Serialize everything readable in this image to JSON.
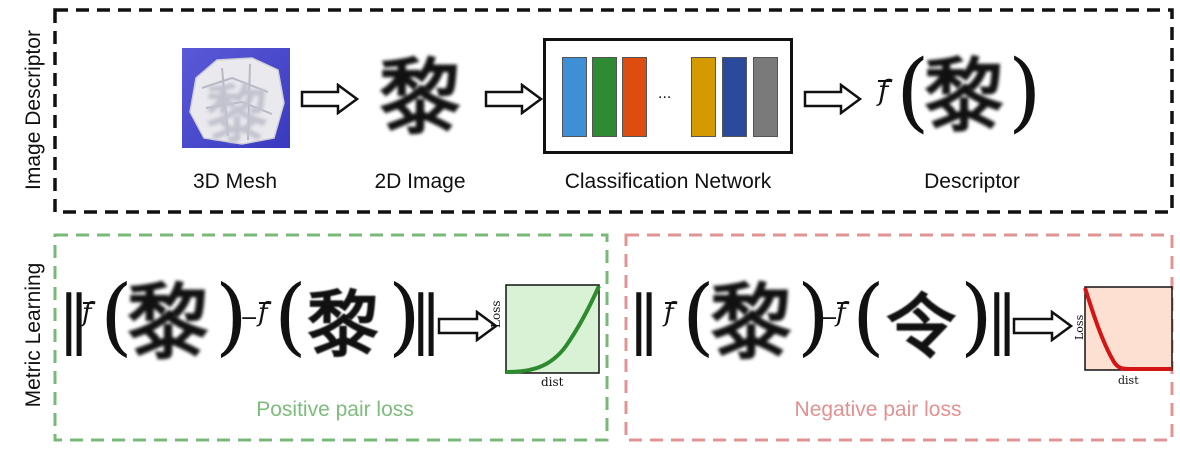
{
  "panels": {
    "top_label": "Image Descriptor",
    "bottom_label": "Metric Learning"
  },
  "descriptor_row": {
    "mesh_caption": "3D Mesh",
    "image_caption": "2D Image",
    "network_caption": "Classification Network",
    "descriptor_caption": "Descriptor",
    "network_ellipsis": "...",
    "layer_colors": [
      "#3e8fd6",
      "#2e8a33",
      "#dd4d0f",
      "#d49a00",
      "#2b4a9c",
      "#7a7a7a"
    ]
  },
  "glyphs": {
    "char_li": "黎",
    "char_ling": "令"
  },
  "formula": {
    "f_symbol": "f",
    "left_paren": "(",
    "right_paren": ")",
    "minus": "−",
    "norm_bar": "‖"
  },
  "positive": {
    "caption": "Positive pair loss",
    "caption_color": "#7cbd7c",
    "border_color": "#78b878",
    "plot_fill": "#d9f2d5",
    "curve_color": "#2e8a2e",
    "ylabel": "Loss",
    "xlabel": "dist"
  },
  "negative": {
    "caption": "Negative pair loss",
    "caption_color": "#e59090",
    "border_color": "#e09494",
    "plot_fill": "#fde0d2",
    "curve_color": "#d41515",
    "ylabel": "Loss",
    "xlabel": "dist"
  }
}
